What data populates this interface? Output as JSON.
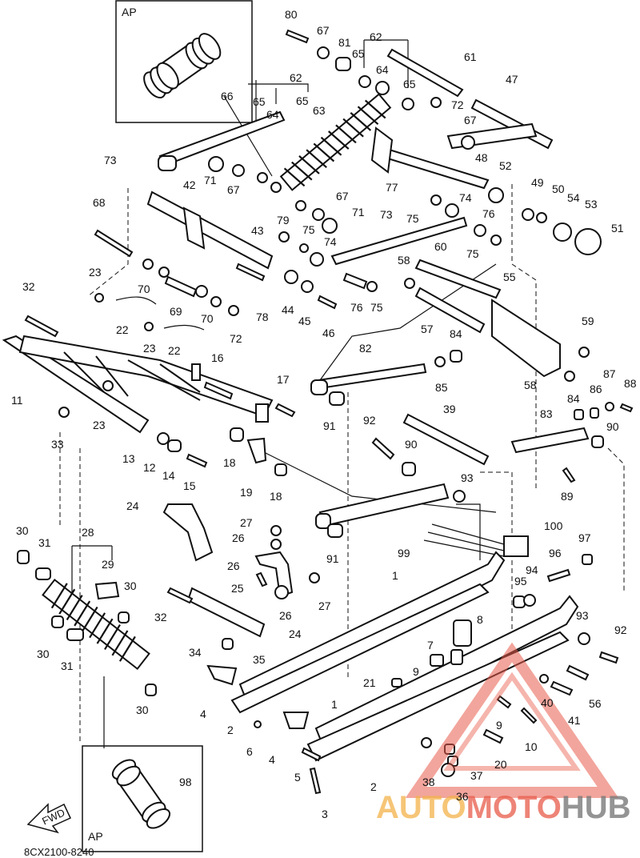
{
  "diagram_code": "8CX2100-8240",
  "inset_label": "AP",
  "direction_label": "FWD",
  "watermark": {
    "part1": "AUTO",
    "part2": "MOTO",
    "part3": "HUB"
  },
  "colors": {
    "line": "#111111",
    "watermark_orange": "#f3b24a",
    "watermark_red": "#e85b4a",
    "watermark_gray": "#7a7a7a"
  },
  "callouts": [
    {
      "id": "c80",
      "label": "80"
    },
    {
      "id": "c67a",
      "label": "67"
    },
    {
      "id": "c81",
      "label": "81"
    },
    {
      "id": "c62a",
      "label": "62"
    },
    {
      "id": "c65a",
      "label": "65"
    },
    {
      "id": "c64a",
      "label": "64"
    },
    {
      "id": "c61",
      "label": "61"
    },
    {
      "id": "c47",
      "label": "47"
    },
    {
      "id": "c66",
      "label": "66"
    },
    {
      "id": "c62b",
      "label": "62"
    },
    {
      "id": "c65b",
      "label": "65"
    },
    {
      "id": "c65c",
      "label": "65"
    },
    {
      "id": "c64b",
      "label": "64"
    },
    {
      "id": "c63",
      "label": "63"
    },
    {
      "id": "c65d",
      "label": "65"
    },
    {
      "id": "c72a",
      "label": "72"
    },
    {
      "id": "c67b",
      "label": "67"
    },
    {
      "id": "c73a",
      "label": "73"
    },
    {
      "id": "c71a",
      "label": "71"
    },
    {
      "id": "c67c",
      "label": "67"
    },
    {
      "id": "c48",
      "label": "48"
    },
    {
      "id": "c52",
      "label": "52"
    },
    {
      "id": "c42",
      "label": "42"
    },
    {
      "id": "c77",
      "label": "77"
    },
    {
      "id": "c49",
      "label": "49"
    },
    {
      "id": "c50",
      "label": "50"
    },
    {
      "id": "c68",
      "label": "68"
    },
    {
      "id": "c67d",
      "label": "67"
    },
    {
      "id": "c71b",
      "label": "71"
    },
    {
      "id": "c74a",
      "label": "74"
    },
    {
      "id": "c54",
      "label": "54"
    },
    {
      "id": "c53",
      "label": "53"
    },
    {
      "id": "c73b",
      "label": "73"
    },
    {
      "id": "c75a",
      "label": "75"
    },
    {
      "id": "c76a",
      "label": "76"
    },
    {
      "id": "c79",
      "label": "79"
    },
    {
      "id": "c43",
      "label": "43"
    },
    {
      "id": "c75b",
      "label": "75"
    },
    {
      "id": "c51",
      "label": "51"
    },
    {
      "id": "c74b",
      "label": "74"
    },
    {
      "id": "c60",
      "label": "60"
    },
    {
      "id": "c75c",
      "label": "75"
    },
    {
      "id": "c58a",
      "label": "58"
    },
    {
      "id": "c70a",
      "label": "70"
    },
    {
      "id": "c32a",
      "label": "32"
    },
    {
      "id": "c23a",
      "label": "23"
    },
    {
      "id": "c78",
      "label": "78"
    },
    {
      "id": "c44",
      "label": "44"
    },
    {
      "id": "c76b",
      "label": "76"
    },
    {
      "id": "c75d",
      "label": "75"
    },
    {
      "id": "c55",
      "label": "55"
    },
    {
      "id": "c69",
      "label": "69"
    },
    {
      "id": "c70b",
      "label": "70"
    },
    {
      "id": "c45",
      "label": "45"
    },
    {
      "id": "c46",
      "label": "46"
    },
    {
      "id": "c57",
      "label": "57"
    },
    {
      "id": "c59",
      "label": "59"
    },
    {
      "id": "c22a",
      "label": "22"
    },
    {
      "id": "c72b",
      "label": "72"
    },
    {
      "id": "c84a",
      "label": "84"
    },
    {
      "id": "c23b",
      "label": "23"
    },
    {
      "id": "c22b",
      "label": "22"
    },
    {
      "id": "c82",
      "label": "82"
    },
    {
      "id": "c16",
      "label": "16"
    },
    {
      "id": "c87",
      "label": "87"
    },
    {
      "id": "c88",
      "label": "88"
    },
    {
      "id": "c85",
      "label": "85"
    },
    {
      "id": "c86",
      "label": "86"
    },
    {
      "id": "c58b",
      "label": "58"
    },
    {
      "id": "c84b",
      "label": "84"
    },
    {
      "id": "c11",
      "label": "11"
    },
    {
      "id": "c17",
      "label": "17"
    },
    {
      "id": "c23c",
      "label": "23"
    },
    {
      "id": "c91a",
      "label": "91"
    },
    {
      "id": "c39",
      "label": "39"
    },
    {
      "id": "c83",
      "label": "83"
    },
    {
      "id": "c90a",
      "label": "90"
    },
    {
      "id": "c33",
      "label": "33"
    },
    {
      "id": "c92a",
      "label": "92"
    },
    {
      "id": "c13",
      "label": "13"
    },
    {
      "id": "c12",
      "label": "12"
    },
    {
      "id": "c18a",
      "label": "18"
    },
    {
      "id": "c90b",
      "label": "90"
    },
    {
      "id": "c14",
      "label": "14"
    },
    {
      "id": "c15",
      "label": "15"
    },
    {
      "id": "c19",
      "label": "19"
    },
    {
      "id": "c18b",
      "label": "18"
    },
    {
      "id": "c93a",
      "label": "93"
    },
    {
      "id": "c89",
      "label": "89"
    },
    {
      "id": "c24a",
      "label": "24"
    },
    {
      "id": "c27a",
      "label": "27"
    },
    {
      "id": "c100",
      "label": "100"
    },
    {
      "id": "c26a",
      "label": "26"
    },
    {
      "id": "c91b",
      "label": "91"
    },
    {
      "id": "c97",
      "label": "97"
    },
    {
      "id": "c30a",
      "label": "30"
    },
    {
      "id": "c28",
      "label": "28"
    },
    {
      "id": "c99",
      "label": "99"
    },
    {
      "id": "c96",
      "label": "96"
    },
    {
      "id": "c31a",
      "label": "31"
    },
    {
      "id": "c29",
      "label": "29"
    },
    {
      "id": "c26b",
      "label": "26"
    },
    {
      "id": "c25",
      "label": "25"
    },
    {
      "id": "c94",
      "label": "94"
    },
    {
      "id": "c1a",
      "label": "1"
    },
    {
      "id": "c95",
      "label": "95"
    },
    {
      "id": "c30b",
      "label": "30"
    },
    {
      "id": "c27b",
      "label": "27"
    },
    {
      "id": "c32b",
      "label": "32"
    },
    {
      "id": "c26c",
      "label": "26"
    },
    {
      "id": "c24b",
      "label": "24"
    },
    {
      "id": "c93b",
      "label": "93"
    },
    {
      "id": "c8",
      "label": "8"
    },
    {
      "id": "c92b",
      "label": "92"
    },
    {
      "id": "c30c",
      "label": "30"
    },
    {
      "id": "c7",
      "label": "7"
    },
    {
      "id": "c34",
      "label": "34"
    },
    {
      "id": "c35",
      "label": "35"
    },
    {
      "id": "c31b",
      "label": "31"
    },
    {
      "id": "c9a",
      "label": "9"
    },
    {
      "id": "c21",
      "label": "21"
    },
    {
      "id": "c56",
      "label": "56"
    },
    {
      "id": "c40",
      "label": "40"
    },
    {
      "id": "c30d",
      "label": "30"
    },
    {
      "id": "c4a",
      "label": "4"
    },
    {
      "id": "c41",
      "label": "41"
    },
    {
      "id": "c1b",
      "label": "1"
    },
    {
      "id": "c2a",
      "label": "2"
    },
    {
      "id": "c9b",
      "label": "9"
    },
    {
      "id": "c6",
      "label": "6"
    },
    {
      "id": "c4b",
      "label": "4"
    },
    {
      "id": "c10",
      "label": "10"
    },
    {
      "id": "c20",
      "label": "20"
    },
    {
      "id": "c98",
      "label": "98"
    },
    {
      "id": "c5",
      "label": "5"
    },
    {
      "id": "c38",
      "label": "38"
    },
    {
      "id": "c37",
      "label": "37"
    },
    {
      "id": "c2b",
      "label": "2"
    },
    {
      "id": "c36",
      "label": "36"
    },
    {
      "id": "c3",
      "label": "3"
    }
  ]
}
